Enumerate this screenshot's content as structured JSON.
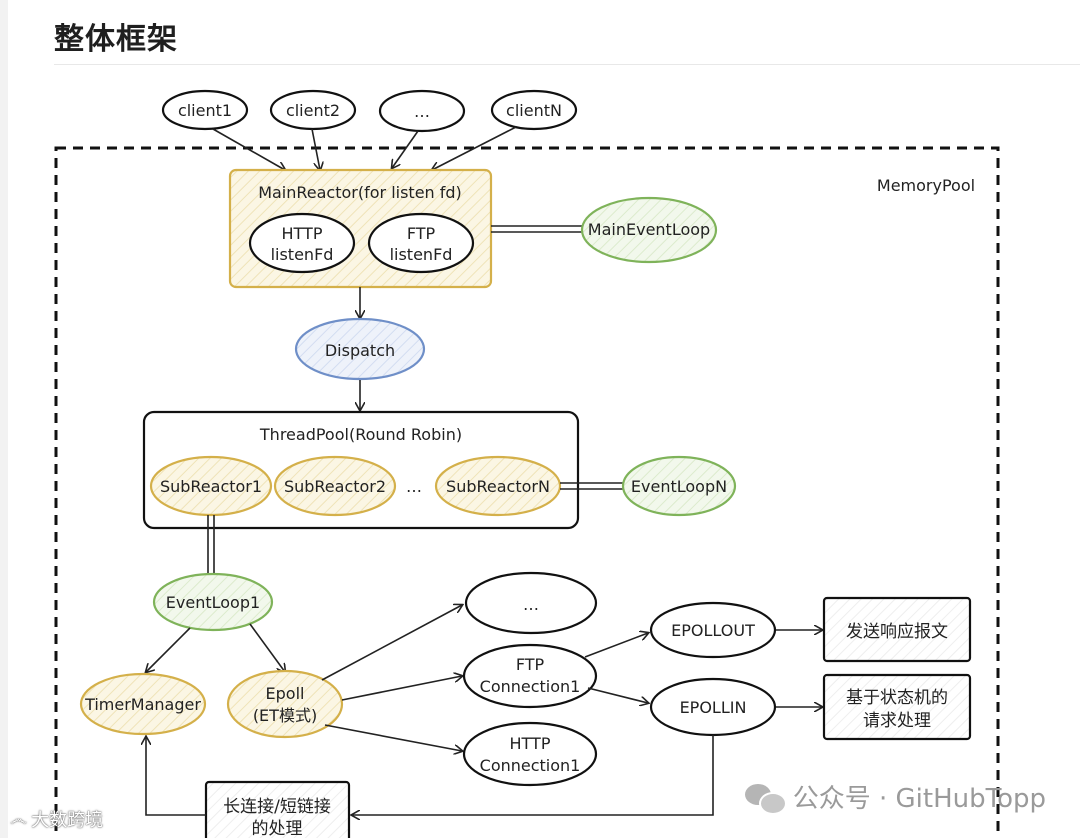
{
  "page": {
    "title": "整体框架"
  },
  "diagram": {
    "clients": [
      "client1",
      "client2",
      "…",
      "clientN"
    ],
    "memory_pool": "MemoryPool",
    "main_reactor": {
      "title": "MainReactor(for listen fd)",
      "http_line1": "HTTP",
      "http_line2": "listenFd",
      "ftp_line1": "FTP",
      "ftp_line2": "listenFd"
    },
    "main_event_loop": "MainEventLoop",
    "dispatch": "Dispatch",
    "thread_pool": {
      "title": "ThreadPool(Round Robin)",
      "sub1": "SubReactor1",
      "sub2": "SubReactor2",
      "dots": "…",
      "subN": "SubReactorN"
    },
    "event_loop_n": "EventLoopN",
    "event_loop_1": "EventLoop1",
    "timer_manager": "TimerManager",
    "epoll_line1": "Epoll",
    "epoll_line2": "(ET模式)",
    "ellipsis_conn": "…",
    "ftp_conn_line1": "FTP",
    "ftp_conn_line2": "Connection1",
    "http_conn_line1": "HTTP",
    "http_conn_line2": "Connection1",
    "epollout": "EPOLLOUT",
    "epollin": "EPOLLIN",
    "send_response": "发送响应报文",
    "state_machine_line1": "基于状态机的",
    "state_machine_line2": "请求处理",
    "conn_handling_line1": "长连接/短链接",
    "conn_handling_line2": "的处理"
  },
  "watermarks": {
    "right": "公众号 · GitHubTopp",
    "left": "大数跨境"
  },
  "colors": {
    "yellow": "#d4b04a",
    "green": "#7fb35a",
    "blue": "#6f8fc8",
    "yellow_fill": "#faf3dc",
    "green_fill": "#eef6e6",
    "blue_fill": "#e9eef8"
  }
}
